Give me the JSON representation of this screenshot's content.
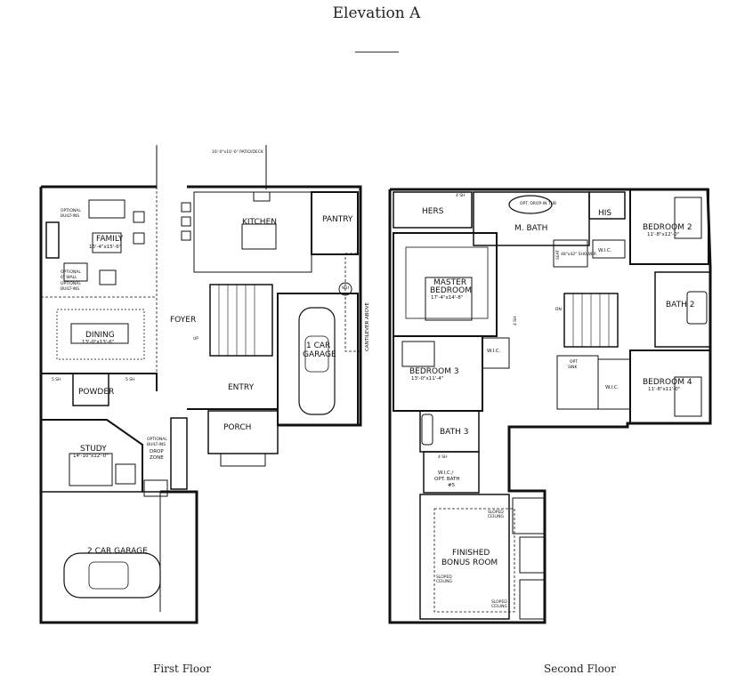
{
  "header": {
    "title": "Elevation A"
  },
  "captions": {
    "first": "First Floor",
    "second": "Second Floor"
  },
  "first_floor": {
    "patio": "16'-0\"x10'-0\" PATIO/DECK",
    "kitchen": "KITCHEN",
    "pantry": "PANTRY",
    "family": "FAMILY",
    "family_dim": "16'-4\"x15'-6\"",
    "opt_builtins_1": "OPTIONAL",
    "opt_builtins_1b": "BUILT-INS",
    "opt_wall": "OPTIONAL",
    "opt_wall_b": "6\" WALL",
    "opt_builtins_2": "OPTIONAL",
    "opt_builtins_2b": "BUILT-INS",
    "dining": "DINING",
    "dining_dim": "13'-0\"x13'-6\"",
    "foyer": "FOYER",
    "up": "UP",
    "garage1_a": "1 CAR",
    "garage1_b": "GARAGE",
    "cantilever": "CANTILEVER ABOVE",
    "wh": "WH",
    "entry": "ENTRY",
    "porch": "PORCH",
    "powder": "POWDER",
    "sh1": "5 SH",
    "sh2": "5 SH",
    "study": "STUDY",
    "study_dim": "14'-10\"x12'-0\"",
    "drop_a": "OPTIONAL",
    "drop_b": "BUILT-INS",
    "drop_c": "DROP",
    "drop_d": "ZONE",
    "garage2": "2 CAR GARAGE"
  },
  "second_floor": {
    "sh_top": "4 SH",
    "hers": "HERS",
    "his": "HIS",
    "tub": "OPT. DROP-IN TUB",
    "mbath": "M. BATH",
    "shower": "48\"x42\" SHOWER",
    "seat": "SEAT",
    "wic_top": "W.I.C.",
    "bed2": "BEDROOM 2",
    "bed2_dim": "11'-8\"x12'-0\"",
    "master_a": "MASTER",
    "master_b": "BEDROOM",
    "master_dim": "17'-4\"x14'-8\"",
    "sh_mid": "4 SH",
    "dn": "DN",
    "bath2": "BATH 2",
    "bed3": "BEDROOM 3",
    "bed3_dim": "13'-0\"x11'-4\"",
    "wic_mid": "W.I.C.",
    "opt_sink_a": "OPT",
    "opt_sink_b": "SINK",
    "wic_right": "W.I.C.",
    "bed4": "BEDROOM 4",
    "bed4_dim": "11'-8\"x11'-0\"",
    "bath3": "BATH 3",
    "sh_low": "4 SH",
    "wic_opt_a": "W.I.C./",
    "wic_opt_b": "OPT. BATH",
    "wic_opt_c": "#5",
    "bonus_a": "FINISHED",
    "bonus_b": "BONUS ROOM",
    "sloped1": "SLOPED",
    "sloped1b": "CEILING",
    "sloped2": "SLOPED",
    "sloped2b": "CEILING",
    "sloped3": "SLOPED",
    "sloped3b": "CEILING"
  }
}
